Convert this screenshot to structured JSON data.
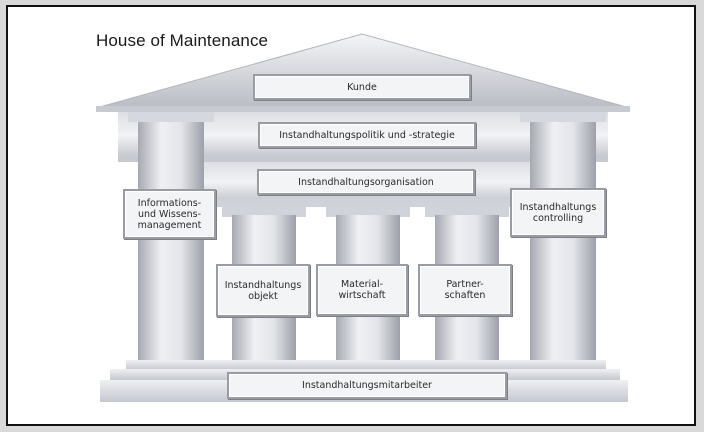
{
  "diagram": {
    "title": "House of Maintenance",
    "roof": {
      "label": "Kunde"
    },
    "beams": [
      "Instandhaltungspolitik und -strategie",
      "Instandhaltungsorganisation"
    ],
    "outer_pillars": {
      "left": "Informations-\nund Wissens-\nmanagement",
      "right": "Instandhaltungs\ncontrolling"
    },
    "inner_pillars": [
      "Instandhaltungs\nobjekt",
      "Material-\nwirtschaft",
      "Partner-\nschaften"
    ],
    "foundation": {
      "label": "Instandhaltungsmitarbeiter"
    }
  },
  "colors": {
    "frame_border": "#111111",
    "structure_light": "#eceef2",
    "structure_mid": "#c9ccd3",
    "structure_dark": "#a3a6ae",
    "label_fill": "#f3f4f6",
    "label_border": "#9a9ca4"
  }
}
